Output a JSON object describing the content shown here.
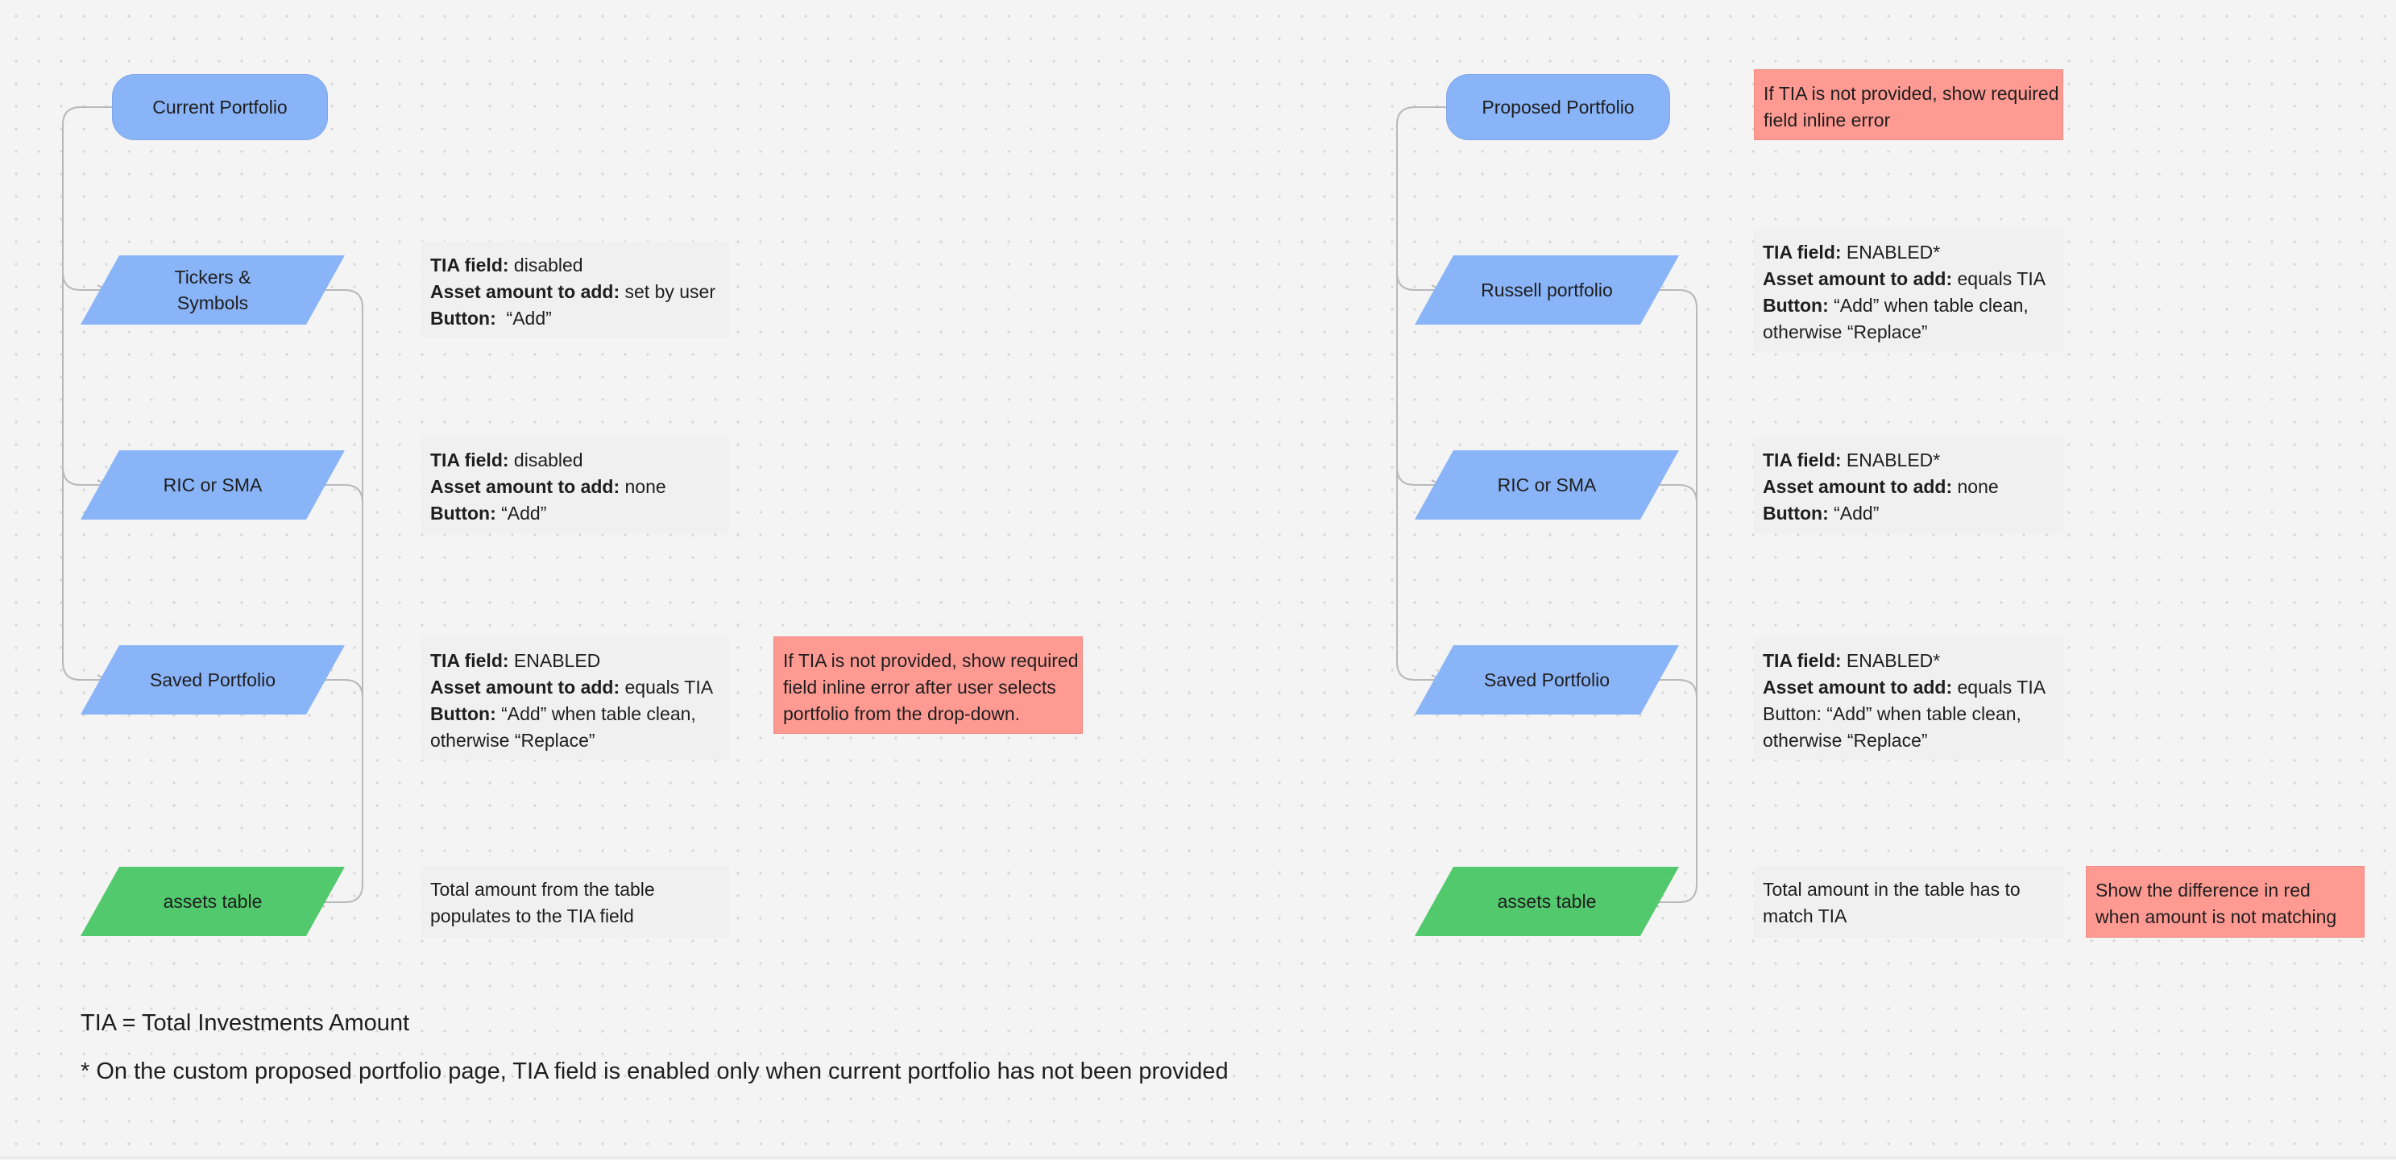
{
  "left_flow": {
    "start": "Current Portfolio",
    "options": [
      {
        "label": "Tickers & Symbols",
        "note": {
          "tia_label": "TIA field:",
          "tia_value": "disabled",
          "asset_label": "Asset amount to add:",
          "asset_value": "set by user",
          "button_label": "Button:",
          "button_value": "“Add”",
          "button_value_cont": ""
        }
      },
      {
        "label": "RIC or SMA",
        "note": {
          "tia_label": "TIA field:",
          "tia_value": "disabled",
          "asset_label": "Asset amount to add:",
          "asset_value": "none",
          "button_label": "Button:",
          "button_value": "“Add”",
          "button_value_cont": ""
        }
      },
      {
        "label": "Saved Portfolio",
        "note": {
          "tia_label": "TIA field:",
          "tia_value": "ENABLED",
          "asset_label": "Asset amount to add:",
          "asset_value": "equals TIA",
          "button_label": "Button:",
          "button_value": "“Add” when table clean,",
          "button_value_cont": "otherwise “Replace”"
        },
        "warning": [
          "If TIA is not provided, show required",
          "field inline error after user selects",
          "portfolio from the drop-down."
        ]
      }
    ],
    "end": "assets table",
    "end_note": [
      "Total amount from the table",
      "populates to the TIA field"
    ]
  },
  "right_flow": {
    "start": "Proposed Portfolio",
    "start_warning": [
      "If TIA is not provided, show required",
      "field inline error"
    ],
    "options": [
      {
        "label": "Russell portfolio",
        "note": {
          "tia_label": "TIA field:",
          "tia_value": "ENABLED*",
          "asset_label": "Asset amount to add:",
          "asset_value": "equals TIA",
          "button_label": "Button:",
          "button_value": "“Add” when table clean,",
          "button_value_cont": "otherwise “Replace”"
        }
      },
      {
        "label": "RIC or SMA",
        "note": {
          "tia_label": "TIA field:",
          "tia_value": "ENABLED*",
          "asset_label": "Asset amount to add:",
          "asset_value": "none",
          "button_label": "Button:",
          "button_value": "“Add”",
          "button_value_cont": ""
        }
      },
      {
        "label": "Saved Portfolio",
        "note": {
          "tia_label": "TIA field:",
          "tia_value": "ENABLED*",
          "asset_label": "Asset amount to add:",
          "asset_value": "equals TIA",
          "button_plain": "Button: “Add” when table clean,",
          "button_value_cont": "otherwise “Replace”"
        }
      }
    ],
    "end": "assets table",
    "end_note": [
      "Total amount in the table has to",
      "match TIA"
    ],
    "end_warning": [
      "Show the difference in red",
      "when amount is not matching"
    ]
  },
  "footer": {
    "legend": "TIA = Total Investments Amount",
    "footnote": "* On the custom proposed portfolio page, TIA field is enabled only when current portfolio has not been provided"
  },
  "colors": {
    "start_node": "#8ab4f8",
    "option_node": "#8ab4f8",
    "end_node": "#52c96d",
    "warning": "#ff9a93",
    "note": "#f0f0f0",
    "connector": "#b9b9b9"
  }
}
